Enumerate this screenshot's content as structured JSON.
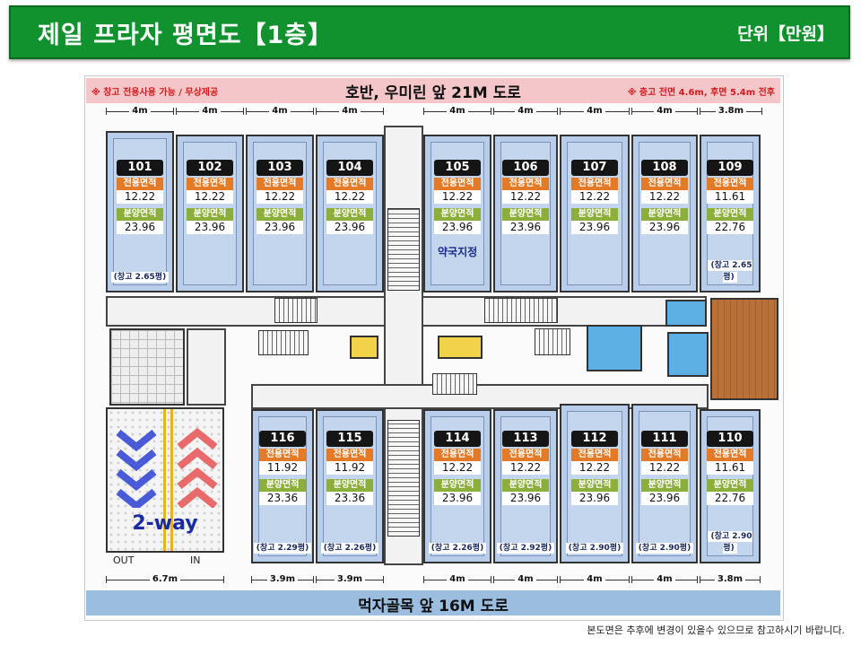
{
  "header": {
    "title": "제일 프라자 평면도【1층】",
    "unit": "단위【만원】"
  },
  "top_road": {
    "note_left": "※ 창고 전용사용 가능 / 무상제공",
    "label": "호반, 우미린 앞 21M 도로",
    "note_right": "※ 층고 전면 4.6m, 후면 5.4m 전후"
  },
  "bottom_road": {
    "label": "먹자골목 앞 16M 도로"
  },
  "footnote": "본도면은 추후에 변경이 있을수 있으므로 참고하시기 바랍니다.",
  "labels": {
    "exclusive": "전용면적",
    "supply": "분양면적"
  },
  "pharmacy_note": "약국지정",
  "parking": {
    "way": "2-way",
    "out": "OUT",
    "in": "IN"
  },
  "top_dims": [
    "4m",
    "4m",
    "4m",
    "4m",
    "4m",
    "4m",
    "4m",
    "4m",
    "3.8m"
  ],
  "bottom_dims": [
    "6.7m",
    "3.9m",
    "3.9m",
    "4m",
    "4m",
    "4m",
    "4m",
    "3.8m"
  ],
  "shops_top": [
    {
      "no": "101",
      "excl": "12.22",
      "supply": "23.96",
      "storage": "(창고 2.65평)"
    },
    {
      "no": "102",
      "excl": "12.22",
      "supply": "23.96",
      "storage": ""
    },
    {
      "no": "103",
      "excl": "12.22",
      "supply": "23.96",
      "storage": ""
    },
    {
      "no": "104",
      "excl": "12.22",
      "supply": "23.96",
      "storage": ""
    },
    {
      "no": "105",
      "excl": "12.22",
      "supply": "23.96",
      "storage": ""
    },
    {
      "no": "106",
      "excl": "12.22",
      "supply": "23.96",
      "storage": ""
    },
    {
      "no": "107",
      "excl": "12.22",
      "supply": "23.96",
      "storage": ""
    },
    {
      "no": "108",
      "excl": "12.22",
      "supply": "23.96",
      "storage": ""
    },
    {
      "no": "109",
      "excl": "11.61",
      "supply": "22.76",
      "storage": "(창고 2.65평)"
    }
  ],
  "shops_bottom": [
    {
      "no": "116",
      "excl": "11.92",
      "supply": "23.36",
      "storage": "(창고 2.29평)"
    },
    {
      "no": "115",
      "excl": "11.92",
      "supply": "23.36",
      "storage": "(창고 2.26평)"
    },
    {
      "no": "114",
      "excl": "12.22",
      "supply": "23.96",
      "storage": "(창고 2.26평)"
    },
    {
      "no": "113",
      "excl": "12.22",
      "supply": "23.96",
      "storage": "(창고 2.92평)"
    },
    {
      "no": "112",
      "excl": "12.22",
      "supply": "23.96",
      "storage": "(창고 2.90평)"
    },
    {
      "no": "111",
      "excl": "12.22",
      "supply": "23.96",
      "storage": "(창고 2.90평)"
    },
    {
      "no": "110",
      "excl": "11.61",
      "supply": "22.76",
      "storage": "(창고 2.90평)"
    }
  ],
  "colors": {
    "header_green": "#11922f",
    "shop_blue": "#b7cde9",
    "exclusive_orange": "#e27a28",
    "supply_green": "#8cae3b",
    "top_road_pink": "#f4c6c9",
    "bottom_road_blue": "#9bbde0",
    "elevator_yellow": "#f2d24a",
    "restroom_blue": "#5db0e4",
    "deck_wood": "#b9713a"
  }
}
